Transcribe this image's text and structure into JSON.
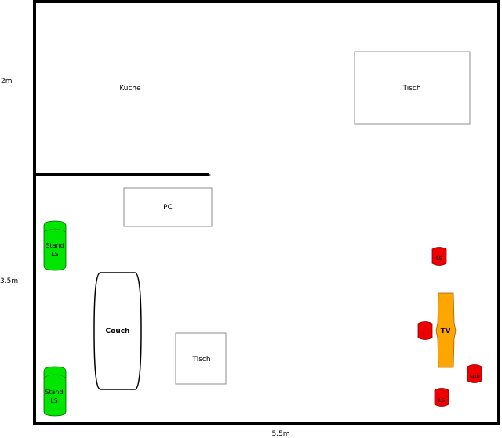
{
  "labels": {
    "kitchen": "Küche",
    "table_top": "Tisch",
    "pc": "PC",
    "couch": "Couch",
    "table_bottom": "Tisch",
    "tv": "TV",
    "center": "C",
    "sub": "Sub",
    "ls_top_right": "LS",
    "ls_bottom_right": "LS",
    "stand_ls_top_line1": "Stand",
    "stand_ls_top_line2": "LS",
    "stand_ls_bottom_line1": "Stand",
    "stand_ls_bottom_line2": "LS"
  },
  "dimensions": {
    "upper_height": "2m",
    "lower_height": "3.5m",
    "width": "5,5m"
  },
  "colors": {
    "wall": "#000000",
    "stand_speaker": "#00e600",
    "speaker": "#ee0000",
    "tv": "#ffa500",
    "furniture_outline": "#8c8c8c"
  }
}
